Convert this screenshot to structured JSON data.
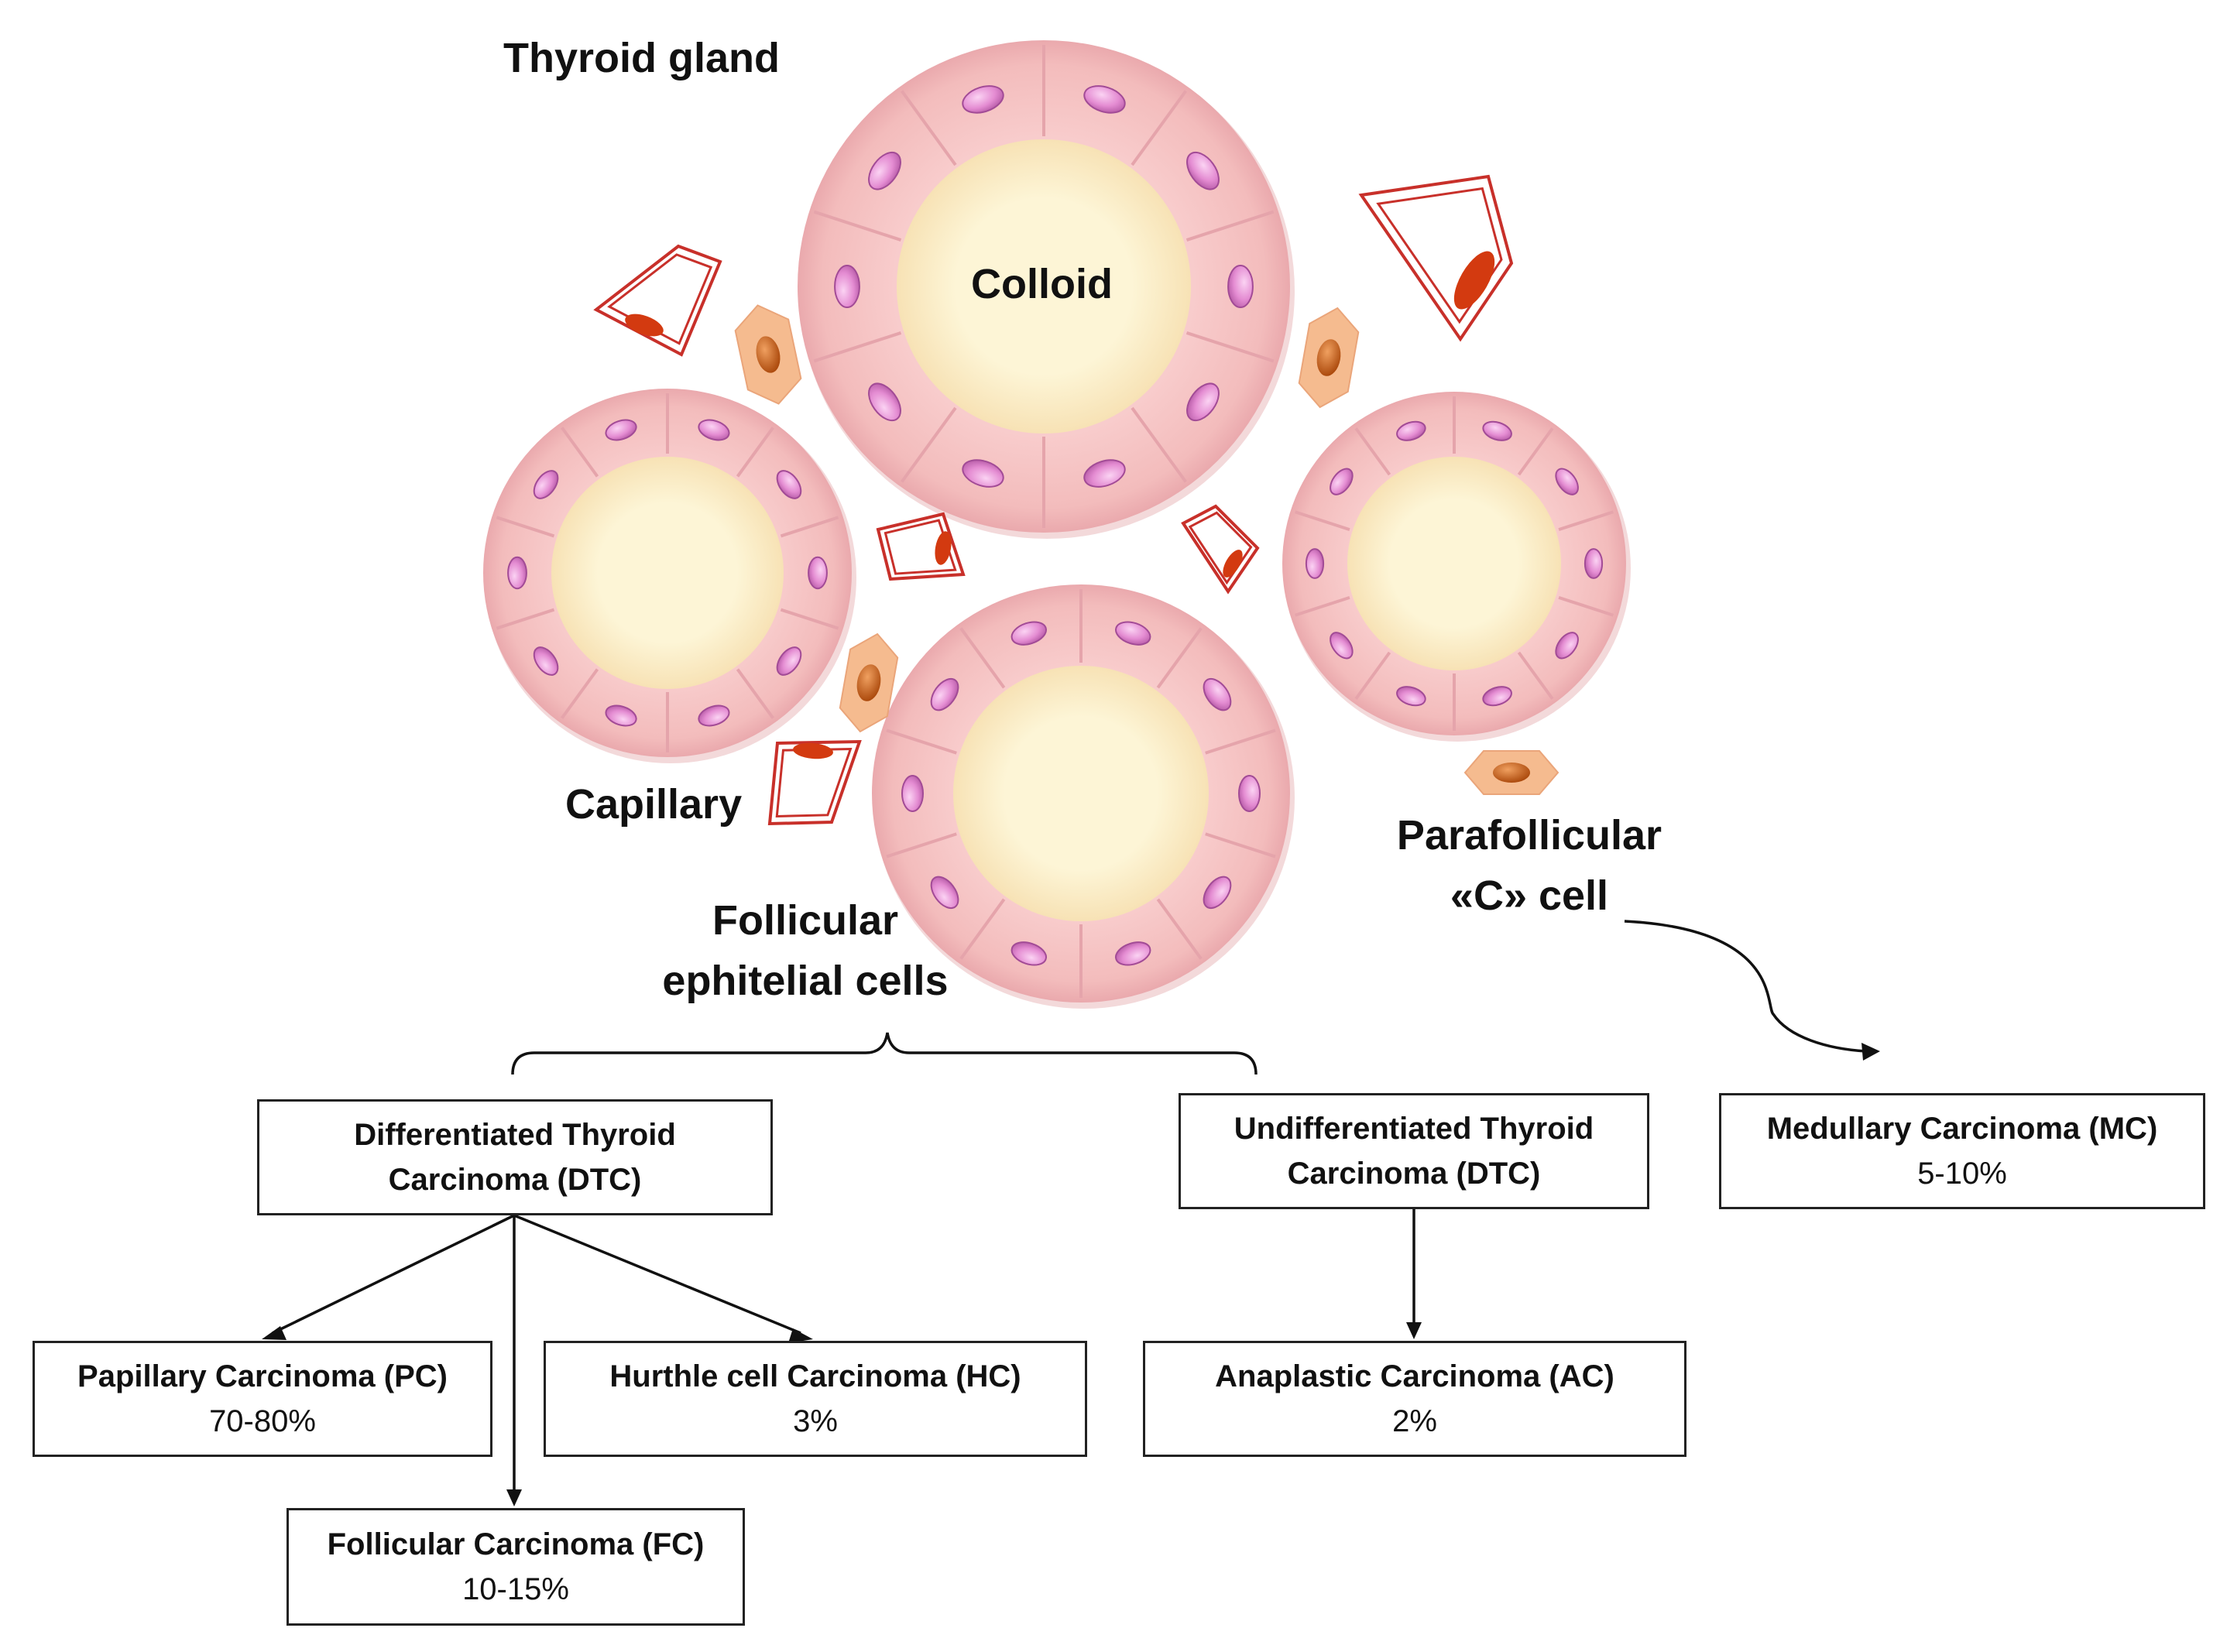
{
  "labels": {
    "thyroid_gland": "Thyroid gland",
    "colloid": "Colloid",
    "capillary": "Capillary",
    "parafollicular_line1": "Parafollicular",
    "parafollicular_line2": "«C» cell",
    "follicular_line1": "Follicular",
    "follicular_line2": "ephitelial cells"
  },
  "boxes": {
    "dtc": {
      "line1": "Differentiated Thyroid",
      "line2": "Carcinoma (DTC)"
    },
    "udtc": {
      "line1": "Undifferentiated Thyroid",
      "line2": "Carcinoma (DTC)"
    },
    "mc": {
      "title": "Medullary Carcinoma (MC)",
      "percent": "5-10%"
    },
    "pc": {
      "title": "Papillary Carcinoma (PC)",
      "percent": "70-80%"
    },
    "hc": {
      "title": "Hurthle cell Carcinoma (HC)",
      "percent": "3%"
    },
    "fc": {
      "title": "Follicular Carcinoma (FC)",
      "percent": "10-15%"
    },
    "ac": {
      "title": "Anaplastic Carcinoma (AC)",
      "percent": "2%"
    }
  },
  "colors": {
    "follicle_ring": "#f6c4c4",
    "colloid": "#fdf3cc",
    "nucleus": "#e58ccf",
    "capillary_line": "#c8302a",
    "capillary_nucleus": "#d33a10",
    "c_cell": "#f5bb8f",
    "c_cell_nucleus": "#c55a10",
    "line": "#111111"
  }
}
